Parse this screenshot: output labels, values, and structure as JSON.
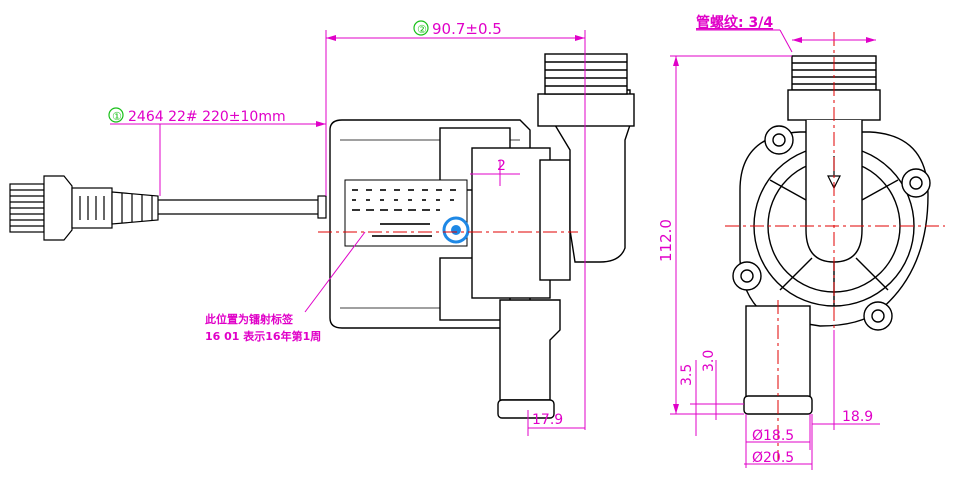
{
  "cable_dimension": {
    "index": "①",
    "text": "2464 22# 220±10mm"
  },
  "overall_length": {
    "index": "②",
    "text": "90.7±0.5"
  },
  "thread_label": "管螺纹: 3/4",
  "offset_2": "2",
  "height_112": "112.0",
  "dim_3_5": "3.5",
  "dim_3_0": "3.0",
  "dim_17_9": "17.9",
  "dim_18_9": "18.9",
  "dia_18_5": "Ø18.5",
  "dia_20_5": "Ø20.5",
  "note_line1": "此位置为镭射标签",
  "note_line2": "16  01  表示16年第1周",
  "colors": {
    "dimension": "#e000c8",
    "index": "#18c018",
    "outline": "#000000"
  }
}
